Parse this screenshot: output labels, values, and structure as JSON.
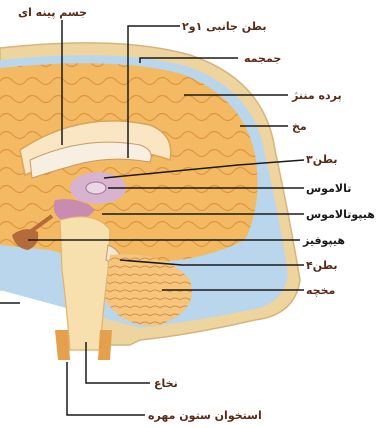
{
  "colors": {
    "label_text": "#5a2a15",
    "leader_lines": "#1a1a1a",
    "cerebrum": "#f3ba63",
    "skull": "#eed49e",
    "meninges": "#b9d6ec",
    "brainstem": "#f8dfae",
    "cerebellum": "#f5c57e",
    "thalamus": "#d7b3cf",
    "hypothalamus": "#c98bb0"
  },
  "labels": {
    "corpus_callosum": "جسم پینه ای",
    "lateral_ventricles": "بطن جانبی ۱و۲",
    "skull": "جمجمه",
    "meninges": "پرده مننژ",
    "cerebrum": "مخ",
    "third_ventricle": "بطن۳",
    "thalamus": "تالاموس",
    "hypothalamus": "هیپوتالاموس",
    "pituitary": "هیپوفیز",
    "fourth_ventricle": "بطن۴",
    "cerebellum": "مخچه",
    "medulla": "نخاع",
    "vertebra": "استخوان ستون مهره"
  }
}
